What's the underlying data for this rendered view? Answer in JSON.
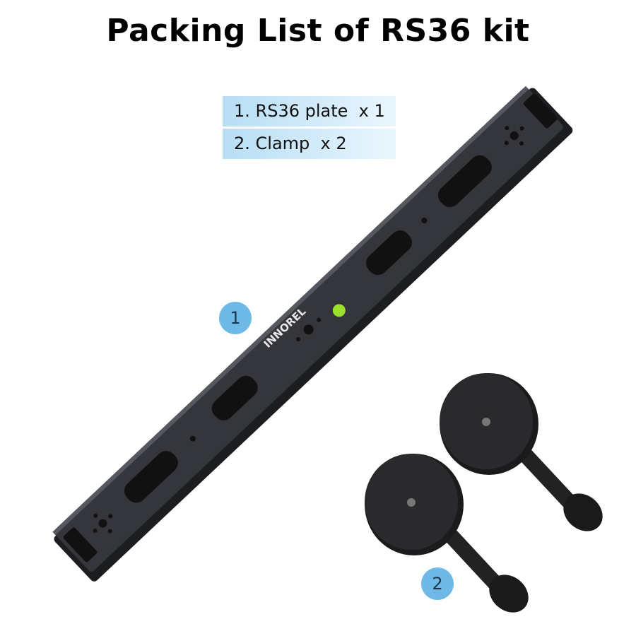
{
  "title": "Packing List of RS36 kit",
  "items": [
    {
      "label": "1. RS36 plate  x 1"
    },
    {
      "label": "2. Clamp  x 2"
    }
  ],
  "badges": [
    "1",
    "2"
  ],
  "brand_logo": "INNOREL",
  "colors": {
    "badge": "#6fb9e6",
    "list_bg_start": "#b7def5",
    "list_bg_end": "#eaf6fd",
    "plate": "#2b2d31",
    "level_bubble": "#9be02a"
  }
}
